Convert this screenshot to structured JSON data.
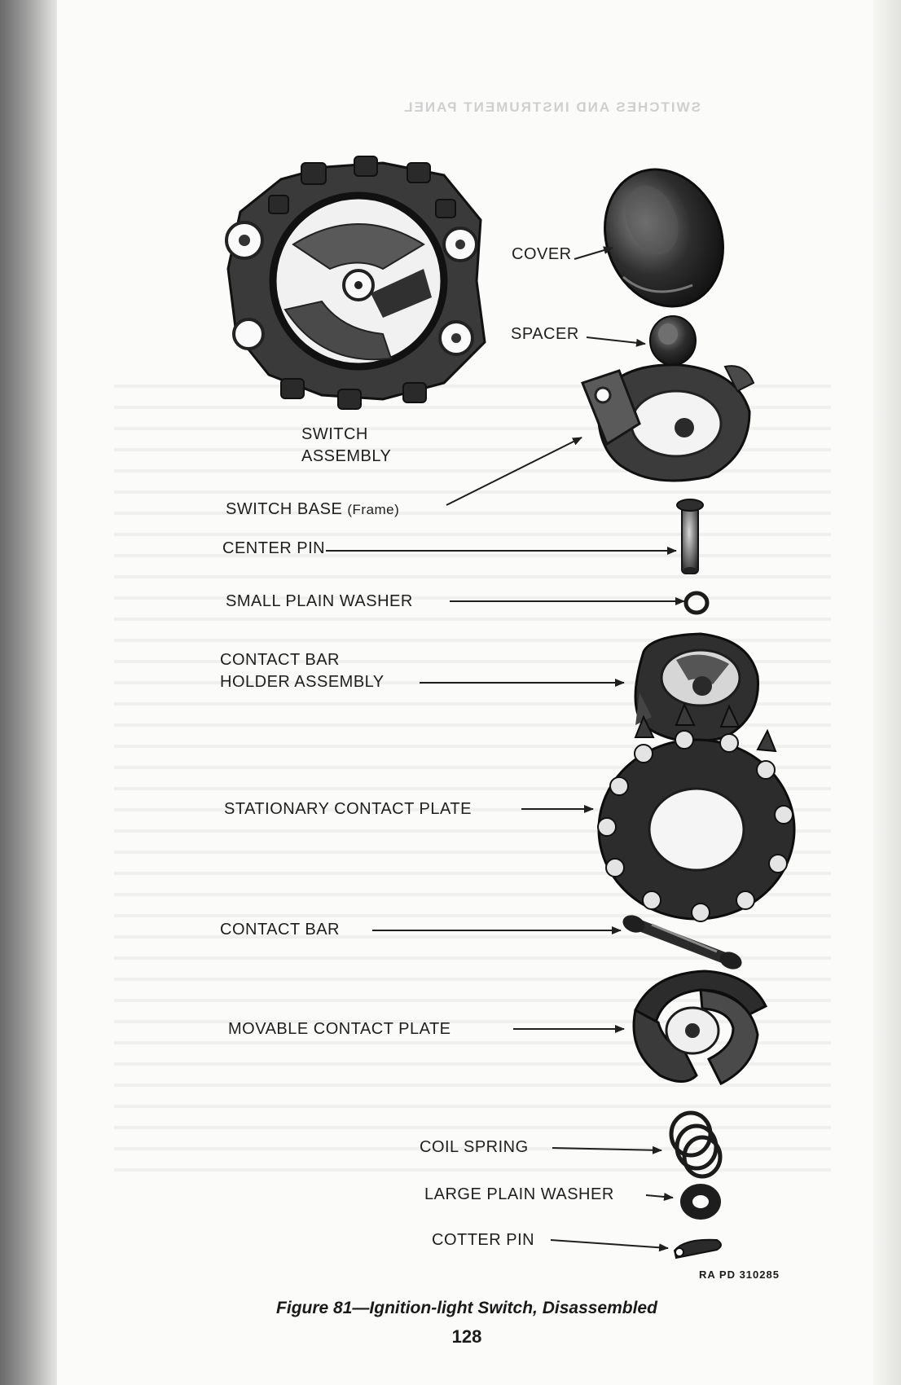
{
  "bleed_through_header": "SWITCHES AND INSTRUMENT PANEL",
  "labels": {
    "cover": "COVER",
    "spacer": "SPACER",
    "switch_assembly_line1": "SWITCH",
    "switch_assembly_line2": "ASSEMBLY",
    "switch_base": "SWITCH BASE",
    "switch_base_note": "(Frame)",
    "center_pin": "CENTER PIN",
    "small_plain_washer": "SMALL PLAIN WASHER",
    "contact_bar_holder_line1": "CONTACT BAR",
    "contact_bar_holder_line2": "HOLDER ASSEMBLY",
    "stationary_contact_plate": "STATIONARY CONTACT PLATE",
    "contact_bar": "CONTACT BAR",
    "movable_contact_plate": "MOVABLE CONTACT PLATE",
    "coil_spring": "COIL SPRING",
    "large_plain_washer": "LARGE PLAIN WASHER",
    "cotter_pin": "COTTER PIN"
  },
  "figure_code": "RA PD 310285",
  "caption": "Figure 81—Ignition-light Switch, Disassembled",
  "page_number": "128",
  "colors": {
    "ink": "#1f1f1f",
    "part_dark": "#262626",
    "part_mid": "#5a5a5a",
    "paper": "#fbfbfa"
  }
}
